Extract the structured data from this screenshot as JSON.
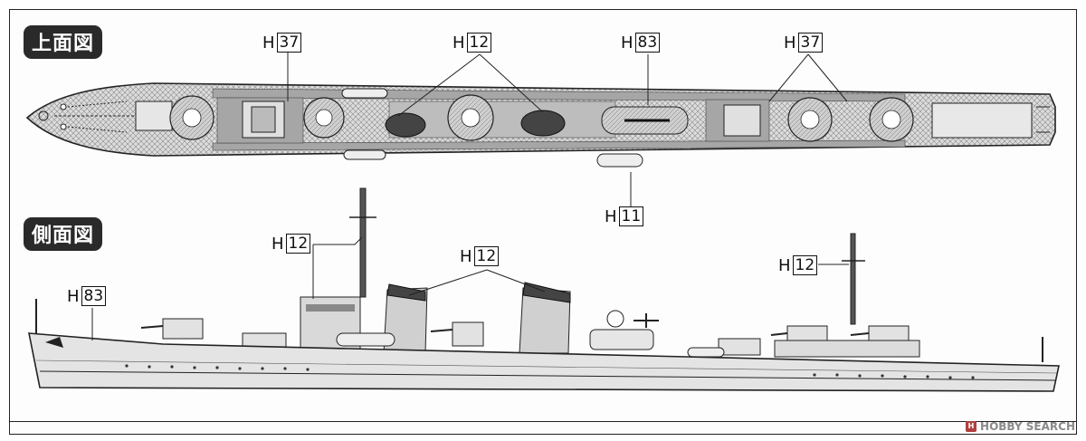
{
  "sections": {
    "top_view_label": "上面図",
    "side_view_label": "側面図"
  },
  "top_callouts": [
    {
      "letter": "H",
      "num": "37"
    },
    {
      "letter": "H",
      "num": "12"
    },
    {
      "letter": "H",
      "num": "83"
    },
    {
      "letter": "H",
      "num": "37"
    },
    {
      "letter": "H",
      "num": "11"
    }
  ],
  "side_callouts": [
    {
      "letter": "H",
      "num": "12"
    },
    {
      "letter": "H",
      "num": "12"
    },
    {
      "letter": "H",
      "num": "83"
    },
    {
      "letter": "H",
      "num": "12"
    }
  ],
  "watermark": {
    "text": "HOBBY SEARCH",
    "icon": "hobby-search-logo-icon"
  },
  "colors": {
    "deck_gray": "#a6a6a6",
    "hull_light": "#e4e4e4",
    "line": "#222222"
  }
}
